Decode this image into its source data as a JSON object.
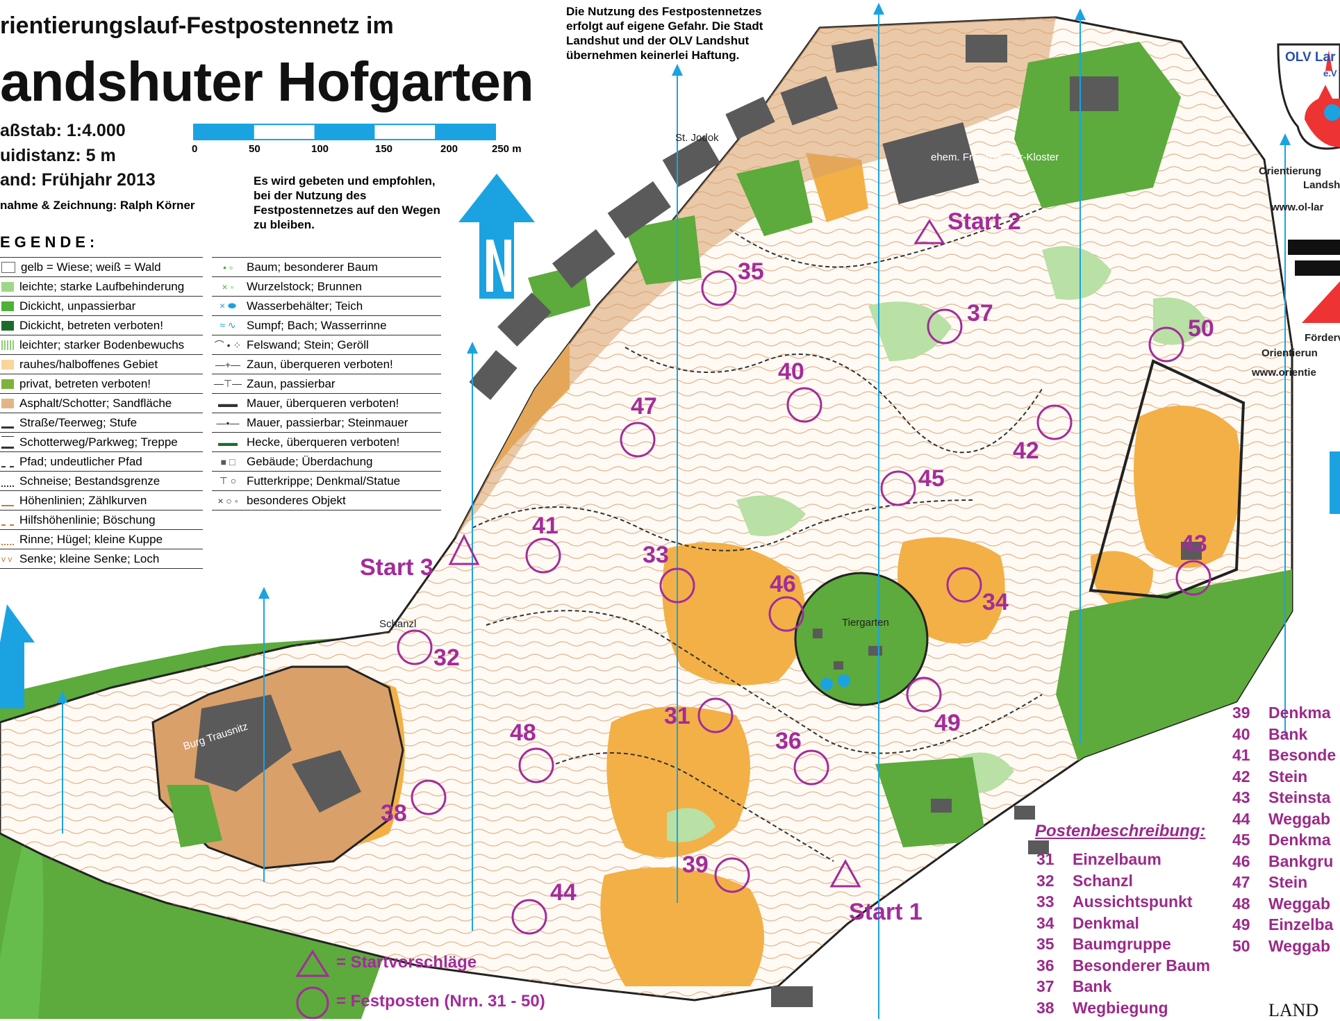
{
  "header": {
    "title_line1": "rientierungslauf-Festpostennetz im",
    "title_line2": "andshuter Hofgarten",
    "scale": "aßstab: 1:4.000",
    "contour": "uidistanz: 5 m",
    "status": "and: Frühjahr 2013",
    "credit": "nahme & Zeichnung: Ralph Körner"
  },
  "disclaimer": "Die Nutzung des Festpostennetzes erfolgt auf eigene Gefahr. Die Stadt Landshut und der OLV Landshut übernehmen keinerlei Haftung.",
  "request": "Es wird gebeten und empfohlen, bei der Nutzung des Festpostennetzes auf den Wegen zu bleiben.",
  "scalebar": {
    "ticks": [
      "0",
      "50",
      "100",
      "150",
      "200",
      "250 m"
    ]
  },
  "legend": {
    "title": "EGENDE:",
    "left": [
      "gelb = Wiese; weiß = Wald",
      "leichte; starke Laufbehinderung",
      "Dickicht, unpassierbar",
      "Dickicht, betreten verboten!",
      "leichter; starker Bodenbewuchs",
      "rauhes/halboffenes Gebiet",
      "privat, betreten verboten!",
      "Asphalt/Schotter; Sandfläche",
      "Straße/Teerweg; Stufe",
      "Schotterweg/Parkweg; Treppe",
      "Pfad; undeutlicher Pfad",
      "Schneise; Bestandsgrenze",
      "Höhenlinien; Zählkurven",
      "Hilfshöhenlinie; Böschung",
      "Rinne; Hügel; kleine Kuppe",
      "Senke; kleine Senke; Loch"
    ],
    "right": [
      "Baum; besonderer Baum",
      "Wurzelstock; Brunnen",
      "Wasserbehälter; Teich",
      "Sumpf; Bach; Wasserrinne",
      "Felswand; Stein; Geröll",
      "Zaun, überqueren verboten!",
      "Zaun, passierbar",
      "Mauer, überqueren verboten!",
      "Mauer, passierbar; Steinmauer",
      "Hecke, überqueren verboten!",
      "Gebäude; Überdachung",
      "Futterkrippe; Denkmal/Statue",
      "besonderes Objekt"
    ]
  },
  "map_labels": {
    "jodok": "St. Jodok",
    "kloster": "ehem. Franziskaner-Kloster",
    "schanzl": "Schanzl",
    "burg": "Burg Trausnitz",
    "tiergarten": "Tiergarten"
  },
  "starts": [
    "Start 1",
    "Start 2",
    "Start 3"
  ],
  "controls": [
    "31",
    "32",
    "33",
    "34",
    "35",
    "36",
    "37",
    "38",
    "39",
    "40",
    "41",
    "42",
    "43",
    "44",
    "45",
    "46",
    "47",
    "48",
    "49",
    "50"
  ],
  "key": {
    "start": "= Startvorschläge",
    "control": "= Festposten (Nrn. 31 - 50)"
  },
  "descriptions": {
    "title": "Postenbeschreibung:",
    "col1": [
      {
        "num": "31",
        "text": "Einzelbaum"
      },
      {
        "num": "32",
        "text": "Schanzl"
      },
      {
        "num": "33",
        "text": "Aussichtspunkt"
      },
      {
        "num": "34",
        "text": "Denkmal"
      },
      {
        "num": "35",
        "text": "Baumgruppe"
      },
      {
        "num": "36",
        "text": "Besonderer Baum"
      },
      {
        "num": "37",
        "text": "Bank"
      },
      {
        "num": "38",
        "text": "Wegbiegung"
      }
    ],
    "col2": [
      {
        "num": "39",
        "text": "Denkma"
      },
      {
        "num": "40",
        "text": "Bank"
      },
      {
        "num": "41",
        "text": "Besonde"
      },
      {
        "num": "42",
        "text": "Stein"
      },
      {
        "num": "43",
        "text": "Steinsta"
      },
      {
        "num": "44",
        "text": "Weggab"
      },
      {
        "num": "45",
        "text": "Denkma"
      },
      {
        "num": "46",
        "text": "Bankgru"
      },
      {
        "num": "47",
        "text": "Stein"
      },
      {
        "num": "48",
        "text": "Weggab"
      },
      {
        "num": "49",
        "text": "Einzelba"
      },
      {
        "num": "50",
        "text": "Weggab"
      }
    ]
  },
  "club": {
    "badge_line1": "OLV Lar",
    "badge_line2": "e.V",
    "line1": "Orientierung",
    "line2": "Landsh",
    "web1": "www.ol-lar",
    "line3": "Förderv",
    "line4": "Orientierun",
    "web2": "www.orientie",
    "bottom": "LAND"
  },
  "colors": {
    "forest_green": "#5cab3c",
    "open_yellow": "#f2b047",
    "brown": "#c77b3a",
    "purple": "#a32c9a",
    "cyan": "#1aa3e0",
    "building": "#5a5a5a"
  }
}
